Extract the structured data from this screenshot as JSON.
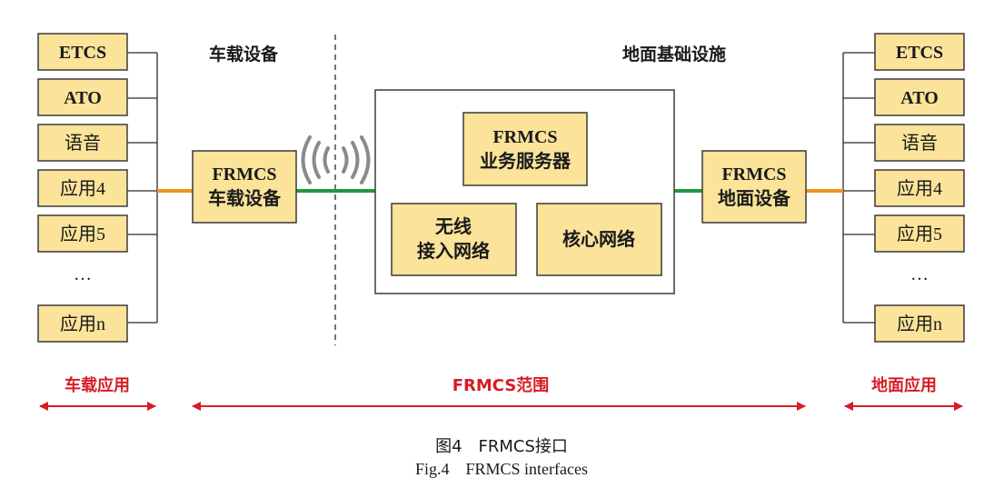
{
  "headers": {
    "onboard": "车载设备",
    "ground": "地面基础设施"
  },
  "left_apps": [
    "ETCS",
    "ATO",
    "语音",
    "应用4",
    "应用5",
    "…",
    "应用n"
  ],
  "right_apps": [
    "ETCS",
    "ATO",
    "语音",
    "应用4",
    "应用5",
    "…",
    "应用n"
  ],
  "onboard_device": [
    "FRMCS",
    "车载设备"
  ],
  "ground_device": [
    "FRMCS",
    "地面设备"
  ],
  "service_server": [
    "FRMCS",
    "业务服务器"
  ],
  "radio_access": [
    "无线",
    "接入网络"
  ],
  "core_network": "核心网络",
  "ranges": {
    "left": "车载应用",
    "middle": "FRMCS范围",
    "right": "地面应用"
  },
  "caption": {
    "zh": "图4　FRMCS接口",
    "en": "Fig.4　FRMCS interfaces"
  },
  "colors": {
    "box_fill": "#fbe39a",
    "app_link": "#f0921e",
    "network_link": "#1e9a3c",
    "range_red": "#d71c24"
  }
}
